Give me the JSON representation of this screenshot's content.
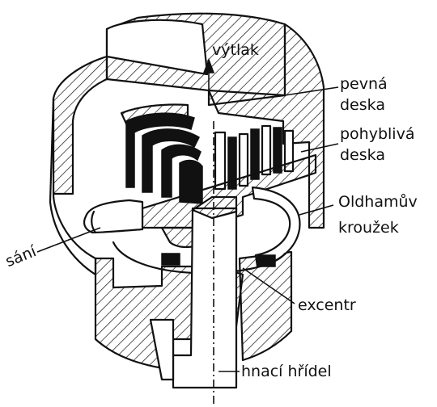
{
  "labels": {
    "outlet": "výtlak",
    "fixed_scroll": "pevná\ndeska",
    "fixed_scroll_line1": "pevná",
    "fixed_scroll_line2": "deska",
    "orbiting_scroll_line1": "pohyblivá",
    "orbiting_scroll_line2": "deska",
    "oldham_line1": "Oldhamův",
    "oldham_line2": "kroužek",
    "suction": "sání",
    "eccentric": "excentr",
    "drive_shaft": "hnací hřídel"
  },
  "colors": {
    "ink": "#111111",
    "paper": "#ffffff"
  }
}
